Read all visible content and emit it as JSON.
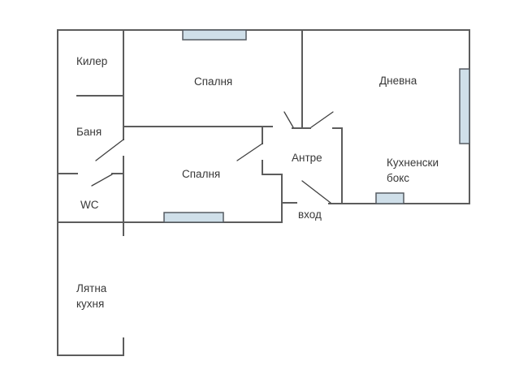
{
  "plan": {
    "rooms": {
      "kiler": {
        "label": "Килер"
      },
      "bedroom_top": {
        "label": "Спалня"
      },
      "living_room": {
        "label": "Дневна"
      },
      "banya": {
        "label": "Баня"
      },
      "bedroom_middle": {
        "label": "Спалня"
      },
      "antre": {
        "label": "Антре"
      },
      "kitchenette": {
        "label": "Кухненски бокс"
      },
      "wc": {
        "label": "WC"
      },
      "entrance": {
        "label": "вход"
      },
      "summer_kitchen": {
        "label": "Лятна кухня"
      }
    },
    "colors": {
      "wall": "#5c5c5c",
      "door_line": "#404040",
      "window_fill": "#cfdfe9",
      "window_border": "#565c62",
      "text": "#383838",
      "background": "#ffffff"
    }
  }
}
